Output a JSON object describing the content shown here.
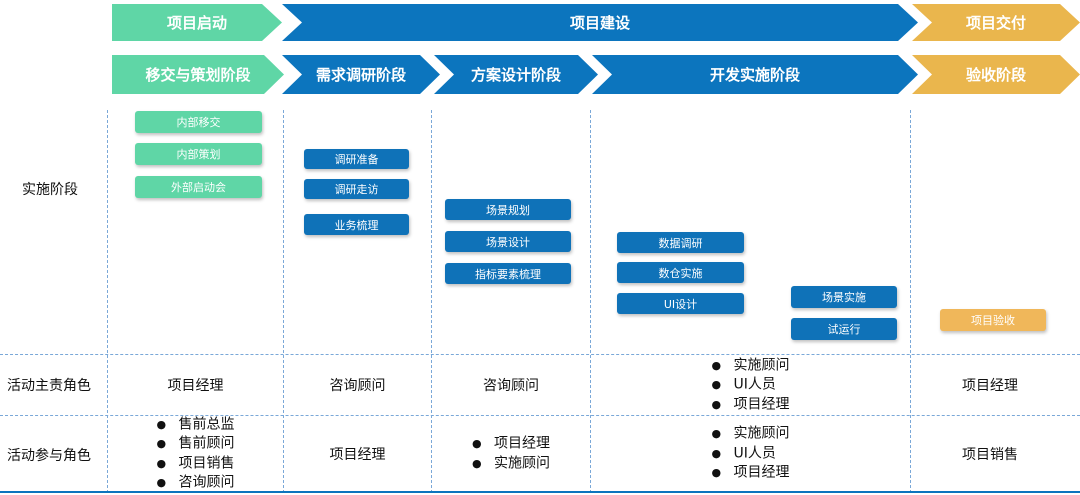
{
  "top_stages": [
    {
      "label": "项目启动",
      "color": "#5fd6a6"
    },
    {
      "label": "项目建设",
      "color": "#0c75be"
    },
    {
      "label": "项目交付",
      "color": "#eab64d"
    }
  ],
  "phases": [
    "移交与策划阶段",
    "需求调研阶段",
    "方案设计阶段",
    "开发实施阶段",
    "验收阶段"
  ],
  "row_labels": {
    "implementation": "实施阶段",
    "owner_role": "活动主责角色",
    "participant_role": "活动参与角色"
  },
  "activities": {
    "handover": [
      "内部移交",
      "内部策划",
      "外部启动会"
    ],
    "research": [
      "调研准备",
      "调研走访",
      "业务梳理"
    ],
    "design": [
      "场景规划",
      "场景设计",
      "指标要素梳理"
    ],
    "dev_left": [
      "数据调研",
      "数仓实施",
      "UI设计"
    ],
    "dev_right": [
      "场景实施",
      "试运行"
    ],
    "acceptance": [
      "项目验收"
    ]
  },
  "owner_roles": {
    "handover": "项目经理",
    "research": "咨询顾问",
    "design": "咨询顾问",
    "dev": [
      "实施顾问",
      "UI人员",
      "项目经理"
    ],
    "acceptance": "项目经理"
  },
  "participant_roles": {
    "handover": [
      "售前总监",
      "售前顾问",
      "项目销售",
      "咨询顾问"
    ],
    "research": "项目经理",
    "design": [
      "项目经理",
      "实施顾问"
    ],
    "dev": [
      "实施顾问",
      "UI人员",
      "项目经理"
    ],
    "acceptance": "项目销售"
  }
}
